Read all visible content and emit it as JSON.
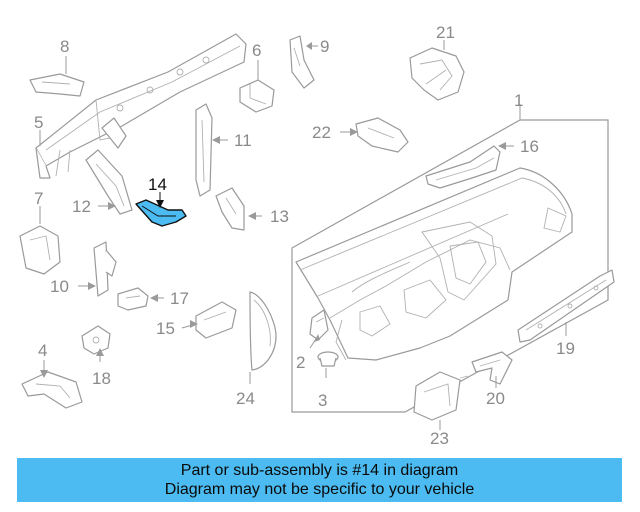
{
  "diagram": {
    "highlight_color": "#4bbbf1",
    "highlighted_part": "14",
    "callouts": [
      "1",
      "2",
      "3",
      "4",
      "5",
      "6",
      "7",
      "8",
      "9",
      "10",
      "11",
      "12",
      "13",
      "14",
      "15",
      "16",
      "17",
      "18",
      "19",
      "20",
      "21",
      "22",
      "23",
      "24"
    ]
  },
  "banner": {
    "line1": "Part or sub-assembly is #14 in diagram",
    "line2": "Diagram may not be specific to your vehicle",
    "background": "#4bbbf1"
  }
}
